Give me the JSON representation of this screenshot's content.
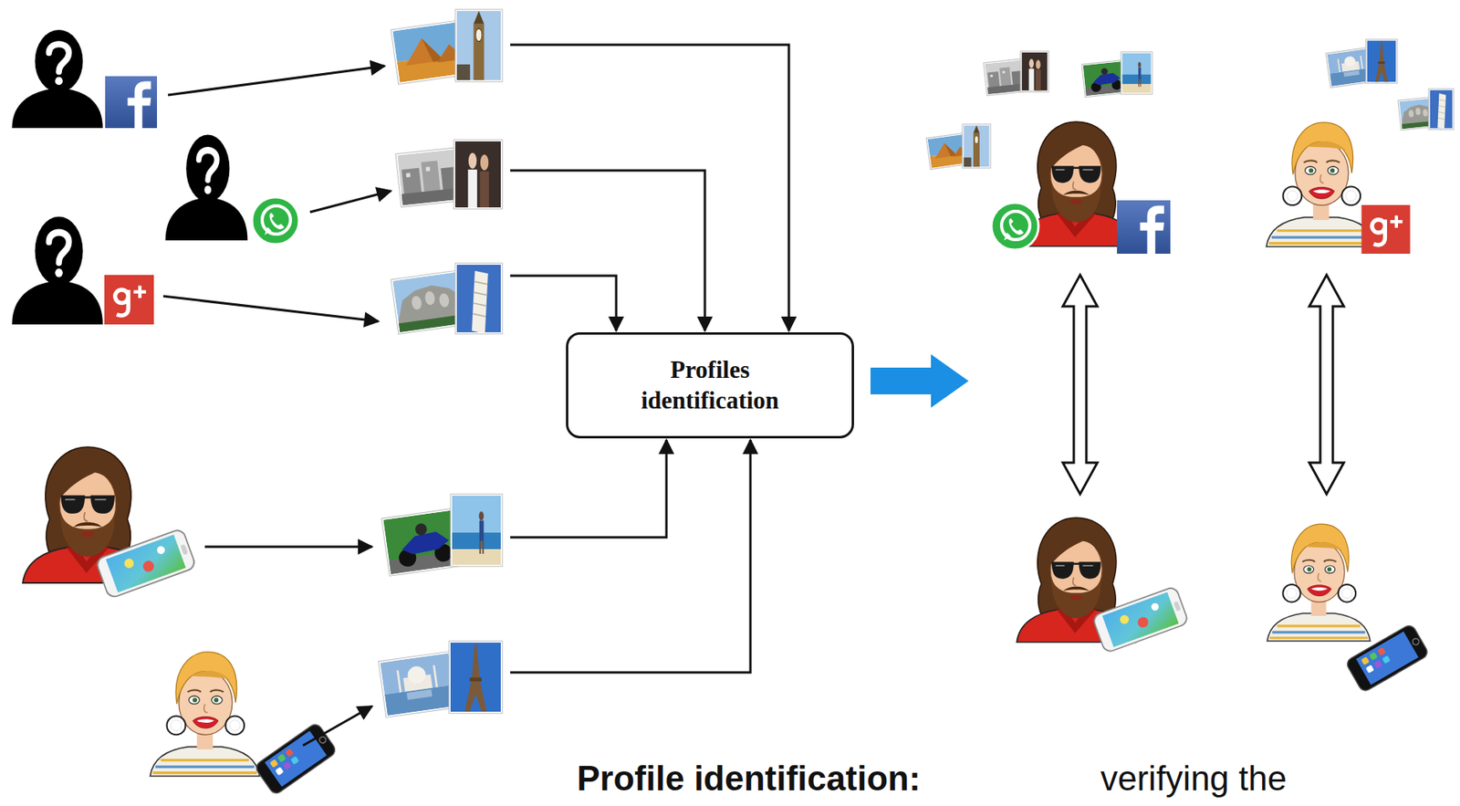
{
  "diagram": {
    "nodes": [
      {
        "text": [
          "Profiles identification"
        ]
      }
    ],
    "labels": [
      "Profile identification:",
      "verifying the"
    ]
  }
}
